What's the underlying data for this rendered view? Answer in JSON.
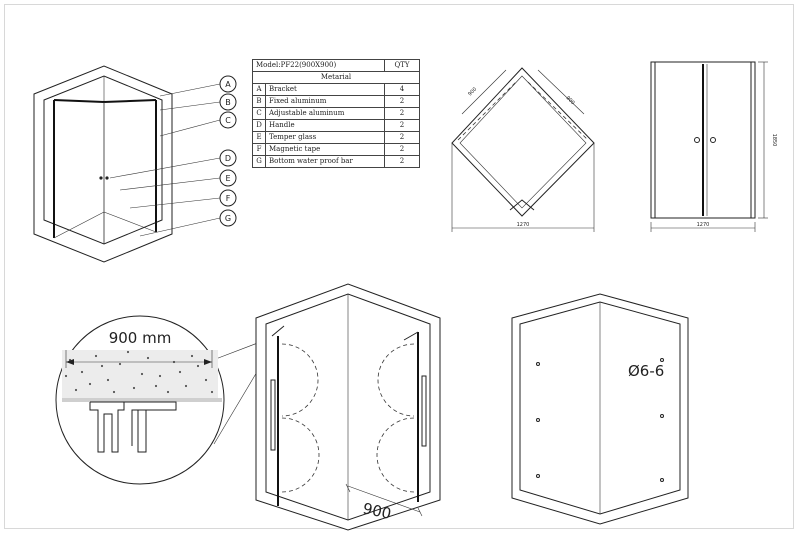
{
  "callouts": [
    "A",
    "B",
    "C",
    "D",
    "E",
    "F",
    "G"
  ],
  "bom": {
    "model": "Model:PF22(900X900)",
    "qty_header": "QTY",
    "subheader": "Metarial",
    "rows": [
      {
        "idx": "A",
        "name": "Bracket",
        "qty": "4"
      },
      {
        "idx": "B",
        "name": "Fixed aluminum",
        "qty": "2"
      },
      {
        "idx": "C",
        "name": "Adjustable aluminum",
        "qty": "2"
      },
      {
        "idx": "D",
        "name": "Handle",
        "qty": "2"
      },
      {
        "idx": "E",
        "name": "Temper glass",
        "qty": "2"
      },
      {
        "idx": "F",
        "name": "Magnetic tape",
        "qty": "2"
      },
      {
        "idx": "G",
        "name": "Bottom water proof bar",
        "qty": "2"
      }
    ]
  },
  "plan_view": {
    "side_a": "900",
    "side_b": "900",
    "width": "1270"
  },
  "front_view": {
    "height": "1850",
    "width": "1270"
  },
  "detail": {
    "width_label": "900 mm"
  },
  "assembly": {
    "width_label": "900"
  },
  "drilling": {
    "hole_label": "Ø6-6"
  },
  "colors": {
    "line": "#222222",
    "background": "#ffffff"
  }
}
